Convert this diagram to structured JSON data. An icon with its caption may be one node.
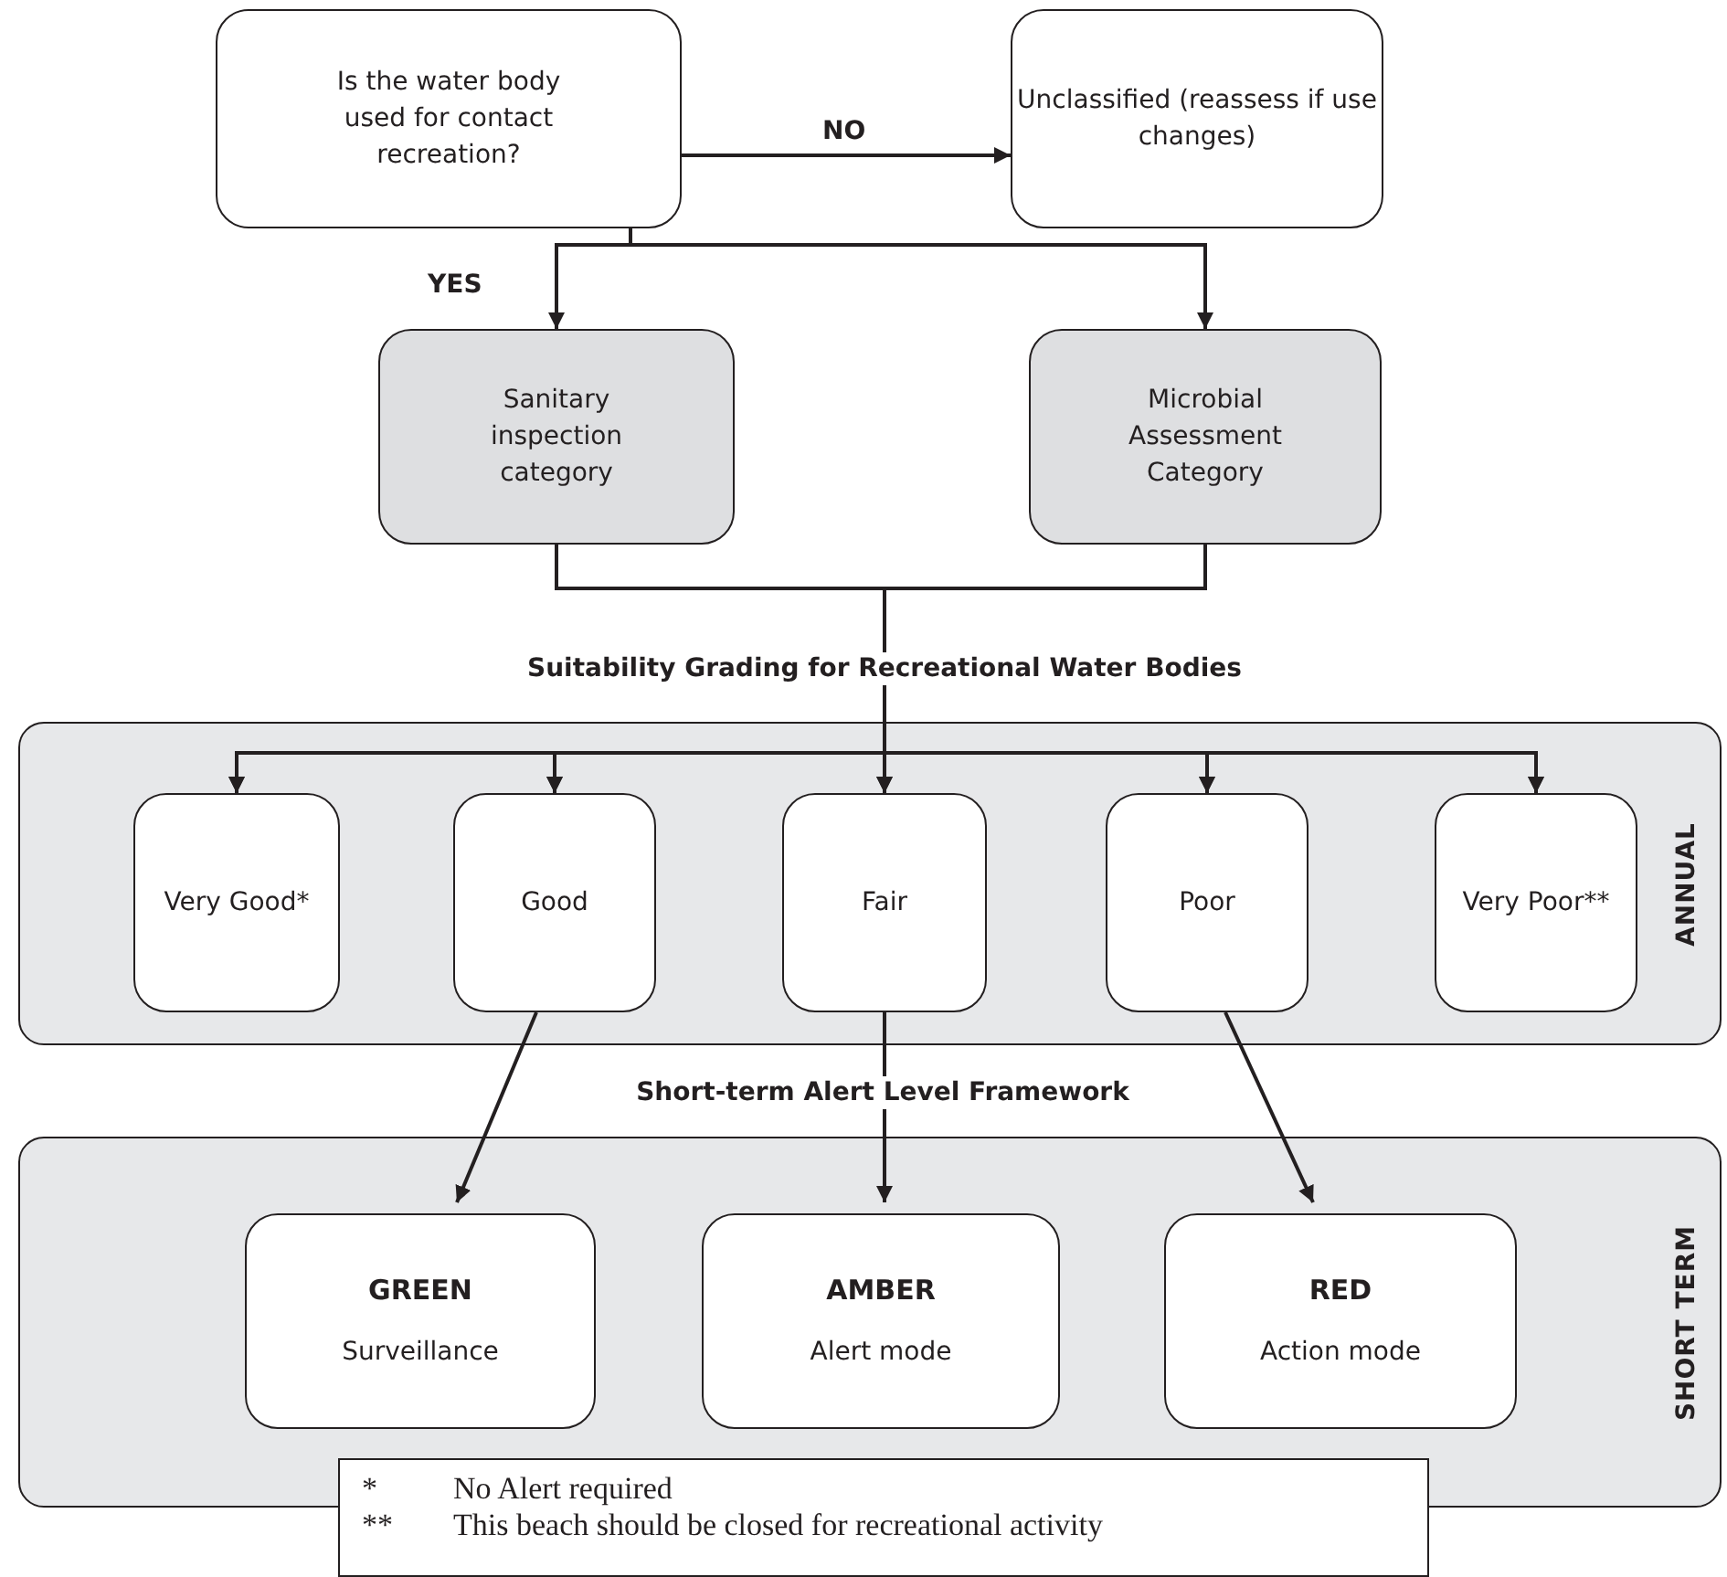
{
  "diagram": {
    "nodes": [
      {
        "text": [
          "Is the water body used for contact recreation?"
        ]
      },
      {
        "text": [
          "Unclassified (reassess if use changes)"
        ]
      },
      {
        "text": [
          "Sanitary inspection category"
        ]
      },
      {
        "text": [
          "Microbial Assessment Category"
        ]
      },
      {
        "text": [
          "ANNUAL"
        ]
      },
      {
        "text": [
          "Very Good*"
        ],
        "in": 4
      },
      {
        "text": [
          "Good"
        ],
        "in": 4
      },
      {
        "text": [
          "Fair"
        ],
        "in": 4
      },
      {
        "text": [
          "Poor"
        ],
        "in": 4
      },
      {
        "text": [
          "Very Poor**"
        ],
        "in": 4
      },
      {
        "text": [
          "SHORT TERM"
        ]
      },
      {
        "text": [
          "GREEN",
          "Surveillance"
        ],
        "in": 10
      },
      {
        "text": [
          "AMBER",
          "Alert mode"
        ],
        "in": 10
      },
      {
        "text": [
          "RED",
          "Action mode"
        ],
        "in": 10
      },
      {
        "text": [
          "*",
          "No Alert required",
          "**",
          "This beach should be closed for recreational activity"
        ]
      }
    ],
    "edges": [
      {
        "from": 0,
        "to": 1,
        "label": "NO",
        "arrow": "to"
      },
      {
        "from": 0,
        "to": 2,
        "label": "YES",
        "arrow": "to"
      },
      {
        "from": 0,
        "to": 3,
        "arrow": "to"
      },
      {
        "from": 2,
        "to": 5,
        "arrow": "to"
      },
      {
        "from": 2,
        "to": 6,
        "arrow": "to"
      },
      {
        "from": 2,
        "to": 7,
        "arrow": "to"
      },
      {
        "from": 2,
        "to": 8,
        "arrow": "to"
      },
      {
        "from": 2,
        "to": 9,
        "arrow": "to"
      },
      {
        "from": 3,
        "to": 5,
        "arrow": "to"
      },
      {
        "from": 3,
        "to": 6,
        "arrow": "to"
      },
      {
        "from": 3,
        "to": 7,
        "arrow": "to"
      },
      {
        "from": 3,
        "to": 8,
        "arrow": "to"
      },
      {
        "from": 3,
        "to": 9,
        "arrow": "to"
      },
      {
        "from": 6,
        "to": 11,
        "arrow": "to"
      },
      {
        "from": 7,
        "to": 12,
        "arrow": "to"
      },
      {
        "from": 8,
        "to": 13,
        "arrow": "to"
      }
    ],
    "labels": [
      "Suitability Grading for Recreational Water Bodies",
      "Short-term Alert Level Framework"
    ]
  }
}
